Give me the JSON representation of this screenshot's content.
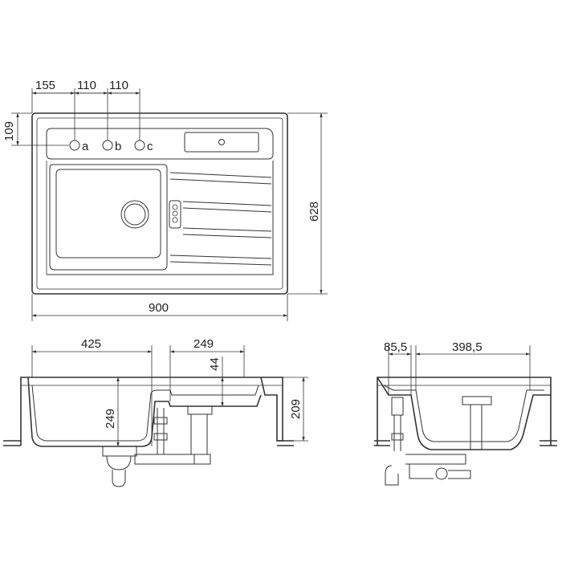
{
  "dimensions": {
    "top_view": {
      "hole_offset_a": "155",
      "hole_spacing_ab": "110",
      "hole_spacing_bc": "110",
      "hole_row_depth": "109",
      "total_depth": "628",
      "total_width": "900"
    },
    "front_section": {
      "bowl_width": "425",
      "drainer_width": "249",
      "drainer_depth": "44",
      "bowl_depth": "249",
      "overall_height": "209"
    },
    "side_section": {
      "edge_offset": "85,5",
      "bowl_length": "398,5"
    }
  },
  "tap_holes": {
    "a": "a",
    "b": "b",
    "c": "c"
  },
  "colors": {
    "line": "#333333",
    "background": "#ffffff"
  }
}
